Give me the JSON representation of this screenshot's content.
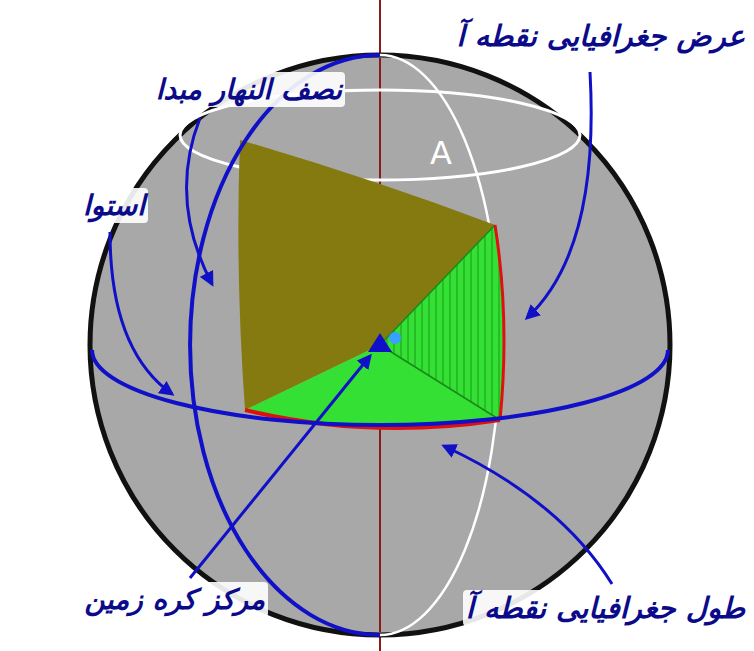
{
  "diagram": {
    "labels": [
      "عرض جغرافیایی نقطه آ",
      "نصف النهار مبدا",
      "A",
      "استوا",
      "مرکز کره زمین",
      "طول جغرافیایی نقطه آ"
    ]
  }
}
